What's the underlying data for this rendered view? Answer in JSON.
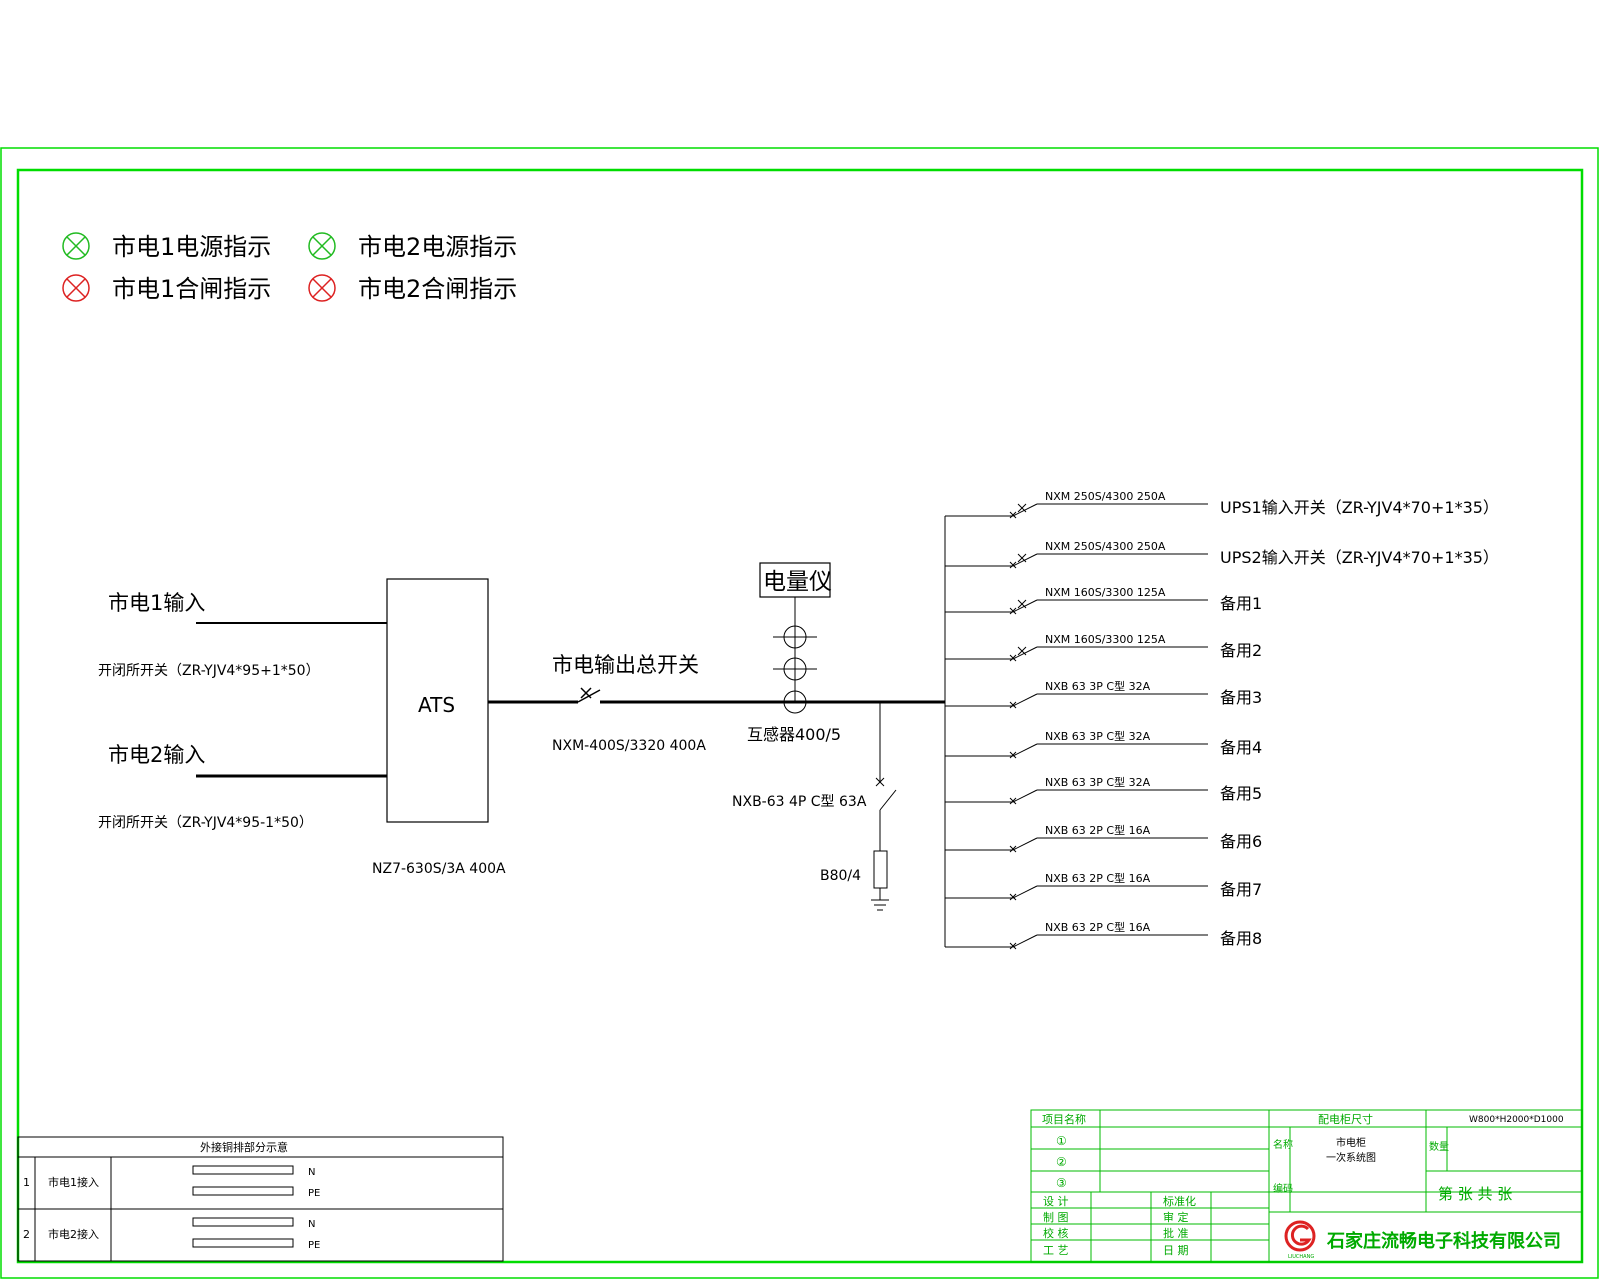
{
  "colors": {
    "frame": "#00dd00",
    "legend_green": "#22bb22",
    "legend_red": "#dd2222",
    "line": "#000000"
  },
  "legend": [
    {
      "label": "市电1电源指示",
      "color": "green"
    },
    {
      "label": "市电2电源指示",
      "color": "green"
    },
    {
      "label": "市电1合闸指示",
      "color": "red"
    },
    {
      "label": "市电2合闸指示",
      "color": "red"
    }
  ],
  "inputs": [
    {
      "label": "市电1输入",
      "cable": "开闭所开关（ZR-YJV4*95+1*50）"
    },
    {
      "label": "市电2输入",
      "cable": "开闭所开关（ZR-YJV4*95-1*50）"
    }
  ],
  "ats": {
    "label": "ATS",
    "model": "NZ7-630S/3A 400A"
  },
  "main_switch": {
    "label": "市电输出总开关",
    "model": "NXM-400S/3320 400A"
  },
  "meter": {
    "label": "电量仪",
    "ct": "互感器400/5"
  },
  "spd": {
    "breaker": "NXB-63 4P C型 63A",
    "arrester": "B80/4"
  },
  "feeders": [
    {
      "breaker": "NXM 250S/4300 250A",
      "label": "UPS1输入开关（ZR-YJV4*70+1*35）"
    },
    {
      "breaker": "NXM 250S/4300 250A",
      "label": "UPS2输入开关（ZR-YJV4*70+1*35）"
    },
    {
      "breaker": "NXM 160S/3300 125A",
      "label": "备用1"
    },
    {
      "breaker": "NXM 160S/3300 125A",
      "label": "备用2"
    },
    {
      "breaker": "NXB 63 3P C型 32A",
      "label": "备用3"
    },
    {
      "breaker": "NXB 63 3P C型 32A",
      "label": "备用4"
    },
    {
      "breaker": "NXB 63 3P C型 32A",
      "label": "备用5"
    },
    {
      "breaker": "NXB 63 2P C型 16A",
      "label": "备用6"
    },
    {
      "breaker": "NXB 63 2P C型 16A",
      "label": "备用7"
    },
    {
      "breaker": "NXB 63 2P C型 16A",
      "label": "备用8"
    }
  ],
  "busbar_table": {
    "title": "外接铜排部分示意",
    "rows": [
      {
        "no": "1",
        "name": "市电1接入",
        "bars": [
          "N",
          "PE"
        ]
      },
      {
        "no": "2",
        "name": "市电2接入",
        "bars": [
          "N",
          "PE"
        ]
      }
    ]
  },
  "title_block": {
    "project_label": "项目名称",
    "circles": [
      "①",
      "②",
      "③"
    ],
    "cabinet_size_label": "配电柜尺寸",
    "cabinet_size": "W800*H2000*D1000",
    "name_label": "名称",
    "name_line1": "市电柜",
    "name_line2": "一次系统图",
    "qty_label": "数量",
    "code_label": "编码",
    "sheet": "第 张 共 张",
    "sign_rows": [
      {
        "left": "设 计",
        "right": "标准化"
      },
      {
        "left": "制 图",
        "right": "审 定"
      },
      {
        "left": "校 核",
        "right": "批 准"
      },
      {
        "left": "工 艺",
        "right": "日 期"
      }
    ],
    "logo_text": "LIUCHANG",
    "company": "石家庄流畅电子科技有限公司"
  }
}
